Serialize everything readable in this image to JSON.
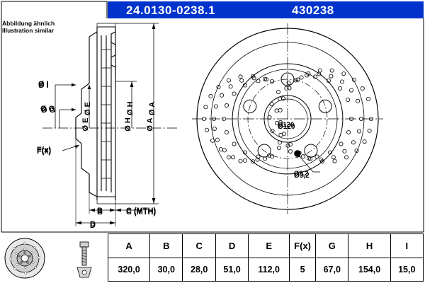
{
  "header": {
    "part_number": "24.0130-0238.1",
    "article_number": "430238"
  },
  "notice": {
    "line1": "Abbildung ähnlich",
    "line2": "Illustration similar"
  },
  "drawing_labels": {
    "dia_i": "Ø I",
    "dia_g": "Ø G",
    "dia_e": "Ø E",
    "dia_h": "Ø H",
    "dia_a": "Ø A",
    "fx": "F(x)",
    "b": "B",
    "c": "C (MTH)",
    "d": "D",
    "bolt_circle": "Ø120",
    "hole_dia": "Ø9,2"
  },
  "table": {
    "headers": [
      "A",
      "B",
      "C",
      "D",
      "E",
      "F(x)",
      "G",
      "H",
      "I"
    ],
    "values": [
      "320,0",
      "30,0",
      "28,0",
      "51,0",
      "112,0",
      "5",
      "67,0",
      "154,0",
      "15,0"
    ]
  },
  "icons": {
    "disc": "brake-disc-icon",
    "bolt": "bolt-icon"
  },
  "colors": {
    "title_bar": "#0033cc",
    "line": "#000000",
    "background": "#ffffff"
  }
}
